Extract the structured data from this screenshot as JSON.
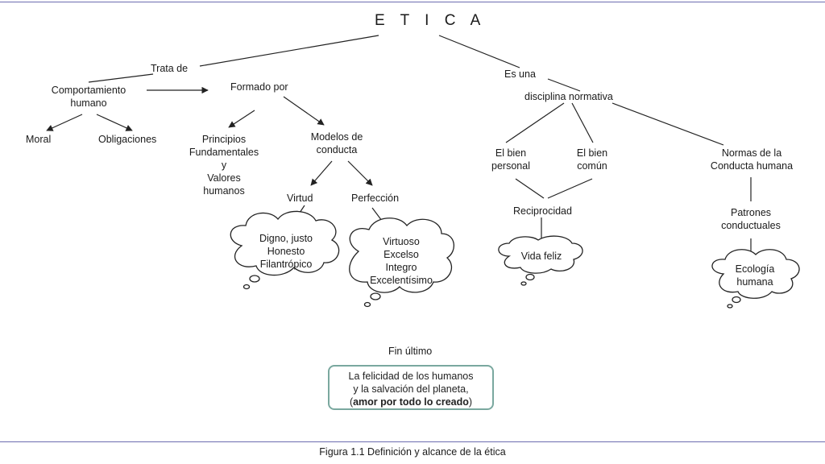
{
  "title": "E T I C A",
  "nodes": {
    "trata_de": "Trata de",
    "comportamiento_1": "Comportamiento",
    "comportamiento_2": "humano",
    "moral": "Moral",
    "obligaciones": "Obligaciones",
    "formado_por": "Formado por",
    "principios": [
      "Principios",
      "Fundamentales",
      "y",
      "Valores",
      "humanos"
    ],
    "modelos_1": "Modelos de",
    "modelos_2": "conducta",
    "virtud": "Virtud",
    "perfeccion": "Perfección",
    "es_una": "Es una",
    "disciplina": "disciplina normativa",
    "bien_personal": [
      "El bien",
      "personal"
    ],
    "bien_comun": [
      "El bien",
      "común"
    ],
    "normas": [
      "Normas de la",
      "Conducta humana"
    ],
    "reciprocidad": "Reciprocidad",
    "patrones": [
      "Patrones",
      "conductuales"
    ],
    "fin_ultimo": "Fin último"
  },
  "clouds": {
    "virtud": [
      "Digno, justo",
      "Honesto",
      "Filantrópico"
    ],
    "perfeccion": [
      "Virtuoso",
      "Excelso",
      "Integro",
      "Excelentísimo"
    ],
    "vida_feliz": [
      "Vida feliz"
    ],
    "ecologia": [
      "Ecología",
      "humana"
    ]
  },
  "goal": {
    "line1": "La felicidad de los humanos",
    "line2": "y la salvación del planeta,",
    "line3_open": "(",
    "line3_bold": "amor por todo lo creado",
    "line3_close": ")"
  },
  "caption": "Figura 1.1 Definición y alcance de la ética",
  "colors": {
    "rule": "#6c6cb0",
    "goal_border": "#7aa89f",
    "line": "#222222"
  }
}
